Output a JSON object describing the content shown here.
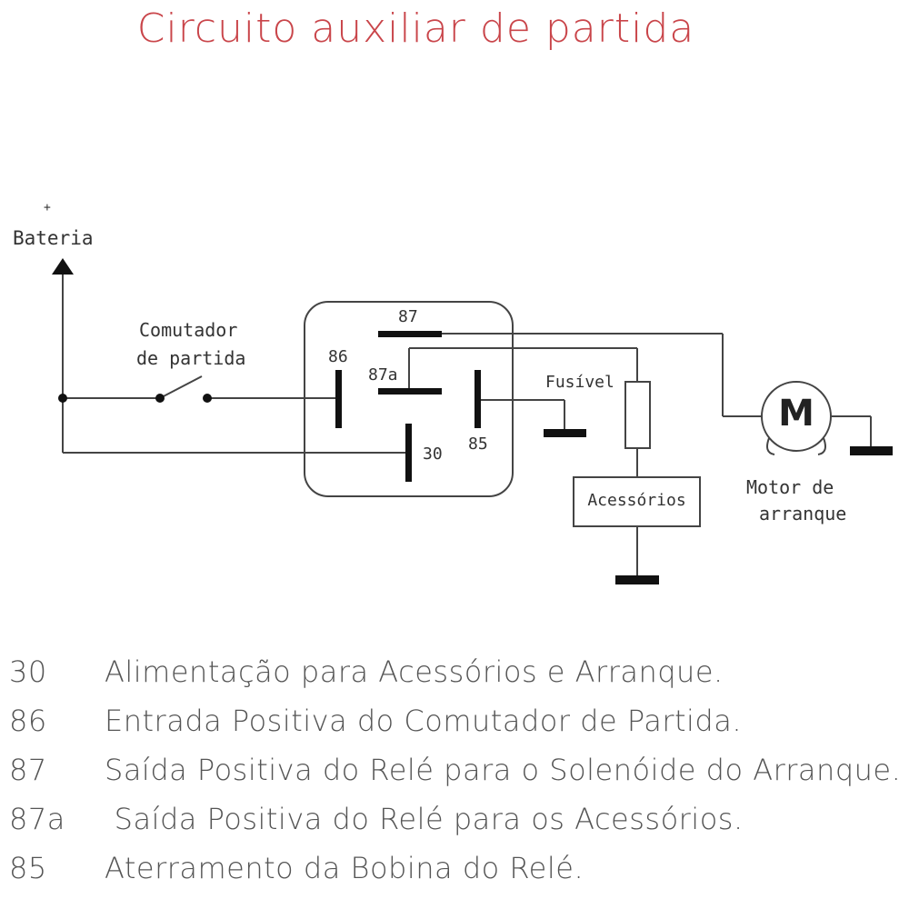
{
  "title": "Circuito auxiliar de partida",
  "labels": {
    "battery_plus": "+",
    "battery": "Bateria",
    "switch_line1": "Comutador",
    "switch_line2": "de partida",
    "t87": "87",
    "t86": "86",
    "t87a": "87a",
    "t85": "85",
    "t30": "30",
    "fuse": "Fusível",
    "accessories": "Acessórios",
    "motor_symbol": "M",
    "motor_line1": "Motor de",
    "motor_line2": "arranque"
  },
  "legend": [
    {
      "code": "30",
      "text": "Alimentação para Acessórios e Arranque."
    },
    {
      "code": "86",
      "text": "Entrada Positiva do Comutador de Partida."
    },
    {
      "code": "87",
      "text": "Saída Positiva do Relé para o Solenóide do Arranque."
    },
    {
      "code": "87a",
      "text": " Saída Positiva do Relé para os Acessórios."
    },
    {
      "code": "85",
      "text": "Aterramento da Bobina do Relé."
    }
  ]
}
